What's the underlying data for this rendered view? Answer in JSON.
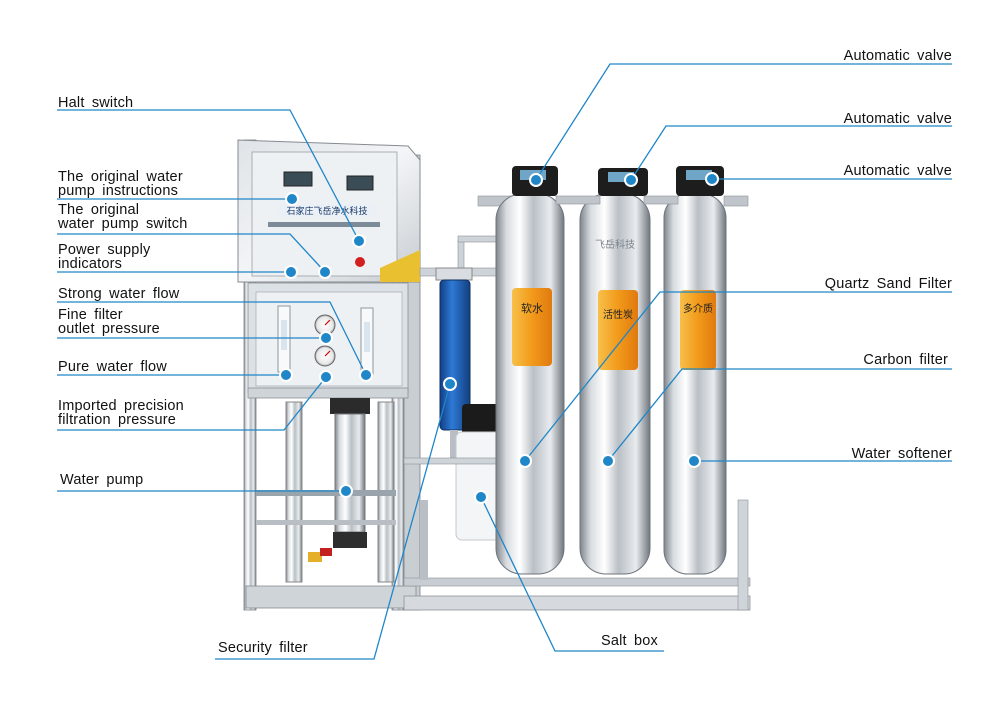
{
  "labels": {
    "halt_switch": "Halt switch",
    "pump_instructions_l1": "The original water",
    "pump_instructions_l2": "pump instructions",
    "pump_switch_l1": "The original",
    "pump_switch_l2": "water pump switch",
    "power_indicators_l1": "Power supply",
    "power_indicators_l2": "indicators",
    "strong_water_flow": "Strong water flow",
    "fine_filter_l1": "Fine filter",
    "fine_filter_l2": "outlet pressure",
    "pure_water_flow": "Pure water flow",
    "precision_filtration_l1": "Imported precision",
    "precision_filtration_l2": "filtration pressure",
    "water_pump": "Water pump",
    "security_filter": "Security filter",
    "automatic_valve_1": "Automatic valve",
    "automatic_valve_2": "Automatic valve",
    "automatic_valve_3": "Automatic valve",
    "quartz_sand_filter": "Quartz Sand Filter",
    "carbon_filter": "Carbon filter",
    "water_softener": "Water softener",
    "salt_box": "Salt box"
  },
  "machine_text": {
    "panel_company": "石家庄飞岳净水科技",
    "tank_brand": "飞岳科技",
    "tank1_label": "软水",
    "tank2_label": "活性炭",
    "tank3_label": "多介质"
  },
  "colors": {
    "leader_line": "#1f86c8",
    "marker_fill": "#1f86c8",
    "steel_light": "#e6e9ec",
    "steel_dark": "#8e959c",
    "tank_label_orange": "#f0a020",
    "filter_blue": "#1e5fb4",
    "valve_black": "#1a1a1a"
  }
}
